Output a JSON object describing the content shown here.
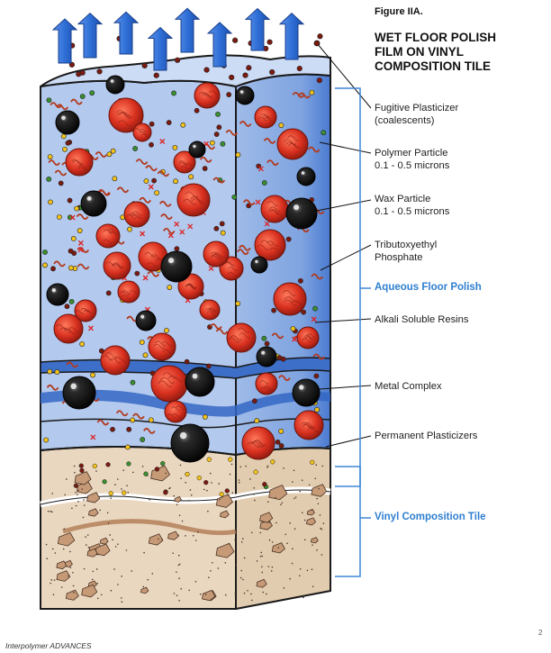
{
  "figure_label": "Figure IIA.",
  "title_lines": [
    "WET FLOOR POLISH",
    "FILM ON VINYL",
    "COMPOSITION TILE"
  ],
  "callouts": {
    "fugitive": [
      "Fugitive Plasticizer",
      "(coalescents)"
    ],
    "polymer": [
      "Polymer Particle",
      "0.1 - 0.5 microns"
    ],
    "wax": [
      "Wax Particle",
      "0.1 - 0.5 microns"
    ],
    "tributoxy": [
      "Tributoxyethyl",
      "Phosphate"
    ],
    "alkali": "Alkali Soluble Resins",
    "metal": "Metal Complex",
    "permanent": "Permanent Plasticizers"
  },
  "brackets": {
    "aqueous": "Aqueous Floor Polish",
    "vinyl": "Vinyl Composition Tile"
  },
  "footer": "Interpolymer ADVANCES",
  "page_number": "2",
  "colors": {
    "polish_blue": "#a9c3ea",
    "polish_blue_dark": "#3f72c8",
    "arrow_blue": "#2f6fd6",
    "polymer_red": "#d93a2a",
    "wax_black": "#141414",
    "tile_beige": "#ead7c0",
    "tile_chip": "#c69a76",
    "bracket_blue": "#3f86d6"
  }
}
